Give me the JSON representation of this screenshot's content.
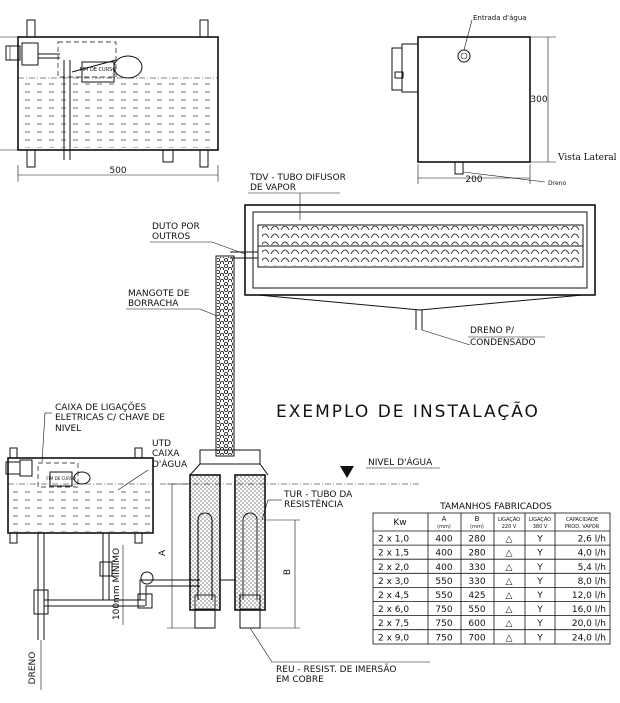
{
  "top_left_view": {
    "dimension_width": "500",
    "float_label": "FIM DE CURSO"
  },
  "side_view": {
    "water_inlet_label": "Entrada d'água",
    "dimension_height": "300",
    "dimension_width": "200",
    "title": "Vista Lateral",
    "drain_label": "Dreno"
  },
  "labels": {
    "tdv_line1": "TDV - TUBO DIFUSOR",
    "tdv_line2": "DE VAPOR",
    "duct_line1": "DUTO POR",
    "duct_line2": "OUTROS",
    "hose_line1": "MANGOTE DE",
    "hose_line2": "BORRACHA",
    "drain_line1": "DRENO P/",
    "drain_line2": "CONDENSADO",
    "junction_line1": "CAIXA DE LIGAÇÕES",
    "junction_line2": "ELETRICAS C/ CHAVE DE",
    "junction_line3": "NIVEL",
    "utd_line1": "UTD",
    "utd_line2": "CAIXA",
    "utd_line3": "D'ÁGUA",
    "water_level": "NIVEL D'ÁGUA",
    "tur_line1": "TUR - TUBO DA",
    "tur_line2": "RESISTÊNCIA",
    "reu_line1": "REU - RESIST. DE IMERSÃO",
    "reu_line2": "EM COBRE",
    "dim_a": "A",
    "dim_b": "B",
    "min_100": "100mm MINIMO",
    "drain_vertical": "DRENO",
    "float_small": "FIM DE CURSO"
  },
  "title": "EXEMPLO DE INSTALAÇÃO",
  "table": {
    "caption": "TAMANHOS FABRICADOS",
    "headers": {
      "kw": "Kw",
      "a": "A",
      "a_unit": "(mm)",
      "b": "B",
      "b_unit": "(mm)",
      "lig220_1": "LIGAÇÃO",
      "lig220_2": "220 V",
      "lig380_1": "LIGAÇÃO",
      "lig380_2": "380 V",
      "cap_1": "CAPACIDADE",
      "cap_2": "PROD. VAPOR"
    },
    "rows": [
      {
        "kw": "2 x 1,0",
        "a": "400",
        "b": "280",
        "l220": "△",
        "l380": "Y",
        "cap": "2,6 l/h"
      },
      {
        "kw": "2 x 1,5",
        "a": "400",
        "b": "280",
        "l220": "△",
        "l380": "Y",
        "cap": "4,0 l/h"
      },
      {
        "kw": "2 x 2,0",
        "a": "400",
        "b": "330",
        "l220": "△",
        "l380": "Y",
        "cap": "5,4 l/h"
      },
      {
        "kw": "2 x 3,0",
        "a": "550",
        "b": "330",
        "l220": "△",
        "l380": "Y",
        "cap": "8,0 l/h"
      },
      {
        "kw": "2 x 4,5",
        "a": "550",
        "b": "425",
        "l220": "△",
        "l380": "Y",
        "cap": "12,0 l/h"
      },
      {
        "kw": "2 x 6,0",
        "a": "750",
        "b": "550",
        "l220": "△",
        "l380": "Y",
        "cap": "16,0 l/h"
      },
      {
        "kw": "2 x 7,5",
        "a": "750",
        "b": "600",
        "l220": "△",
        "l380": "Y",
        "cap": "20,0 l/h"
      },
      {
        "kw": "2 x 9,0",
        "a": "750",
        "b": "700",
        "l220": "△",
        "l380": "Y",
        "cap": "24,0 l/h"
      }
    ]
  }
}
